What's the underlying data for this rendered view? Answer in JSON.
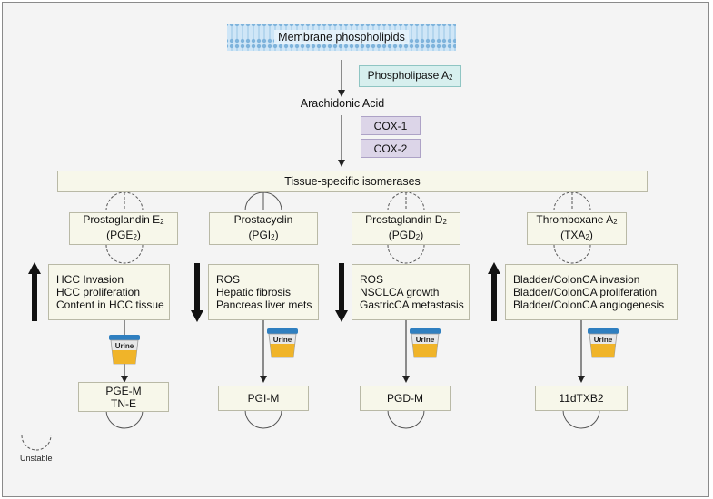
{
  "membrane": "Membrane phospholipids",
  "phospholipase": {
    "text": "Phospholipase A",
    "sub": "2"
  },
  "arachidonic": "Arachidonic Acid",
  "cox1": "COX-1",
  "cox2": "COX-2",
  "isomerases": "Tissue-specific isomerases",
  "prostanoids": [
    {
      "name": "Prostaglandin E",
      "name_sub": "2",
      "abbr": "(PGE",
      "abbr_sub": "2",
      "abbr_end": ")",
      "trend": "up",
      "effects": [
        "HCC Invasion",
        "HCC proliferation",
        "Content in HCC tissue"
      ],
      "urine": "Urine",
      "metabolites": [
        "PGE-M",
        "TN-E"
      ]
    },
    {
      "name": "Prostacyclin",
      "name_sub": "",
      "abbr": "(PGI",
      "abbr_sub": "2",
      "abbr_end": ")",
      "trend": "down",
      "effects": [
        "ROS",
        "Hepatic fibrosis",
        "Pancreas liver mets"
      ],
      "urine": "Urine",
      "metabolites": [
        "PGI-M"
      ]
    },
    {
      "name": "Prostaglandin D",
      "name_sub": "2",
      "abbr": "(PGD",
      "abbr_sub": "2",
      "abbr_end": ")",
      "trend": "down",
      "effects": [
        "ROS",
        "NSCLCA growth",
        "GastricCA metastasis"
      ],
      "urine": "Urine",
      "metabolites": [
        "PGD-M"
      ]
    },
    {
      "name": "Thromboxane A",
      "name_sub": "2",
      "abbr": "(TXA",
      "abbr_sub": "2",
      "abbr_end": ")",
      "trend": "up",
      "effects": [
        "Bladder/ColonCA invasion",
        "Bladder/ColonCA proliferation",
        "Bladder/ColonCA angiogenesis"
      ],
      "urine": "Urine",
      "metabolites": [
        "11dTXB2"
      ]
    }
  ],
  "legend": {
    "unstable": "Unstable"
  },
  "colors": {
    "membrane": "#b8d9f0",
    "phospholipase": "#d7efee",
    "cox": "#dcd5e8",
    "box": "#f7f7ea",
    "cup_lid": "#2f7fc0",
    "cup_urine": "#f0b429"
  }
}
